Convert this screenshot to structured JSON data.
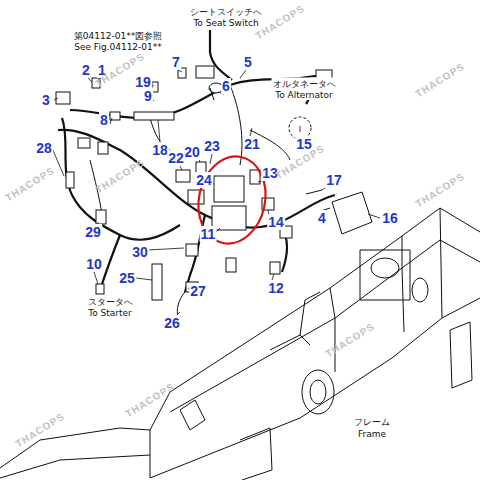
{
  "diagram": {
    "labels": [
      "シートスイッチへ",
      "To Seat Switch",
      "第04112-01**図参照",
      "See Fig.04112-01**",
      "オルタネータへ",
      "To Alternator",
      "スタータへ",
      "To Starter",
      "フレーム",
      "Frame",
      "1",
      "2",
      "3",
      "4",
      "5",
      "6",
      "7",
      "8",
      "9",
      "10",
      "11",
      "12",
      "13",
      "14",
      "15",
      "16",
      "17",
      "18",
      "19",
      "20",
      "21",
      "22",
      "23",
      "24",
      "25",
      "26",
      "27",
      "28",
      "29",
      "30",
      "THACOPS",
      "THACOPS",
      "THACOPS",
      "THACOPS",
      "THACOPS",
      "THACOPS",
      "THACOPS",
      "THACOPS",
      "THACOPS",
      "THACOPS"
    ]
  }
}
